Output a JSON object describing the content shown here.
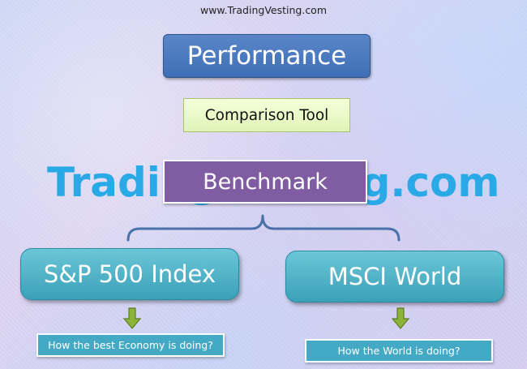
{
  "header": {
    "site_url": "www.TradingVesting.com"
  },
  "watermark": {
    "text": "TradingVesting.com"
  },
  "nodes": {
    "performance": "Performance",
    "comparison_tool": "Comparison Tool",
    "benchmark": "Benchmark",
    "sp500": "S&P 500 Index",
    "msci_world": "MSCI World"
  },
  "captions": {
    "sp500": "How the best Economy is doing?",
    "msci_world": "How the World is doing?"
  },
  "colors": {
    "performance": "#4a78bf",
    "comparison_tool": "#eaf9c8",
    "benchmark": "#805ca2",
    "index_box": "#4fb3c9",
    "caption": "#43a9c5",
    "arrow": "#7a9a2e",
    "bracket": "#4a72a8",
    "watermark": "#29a9e6"
  }
}
